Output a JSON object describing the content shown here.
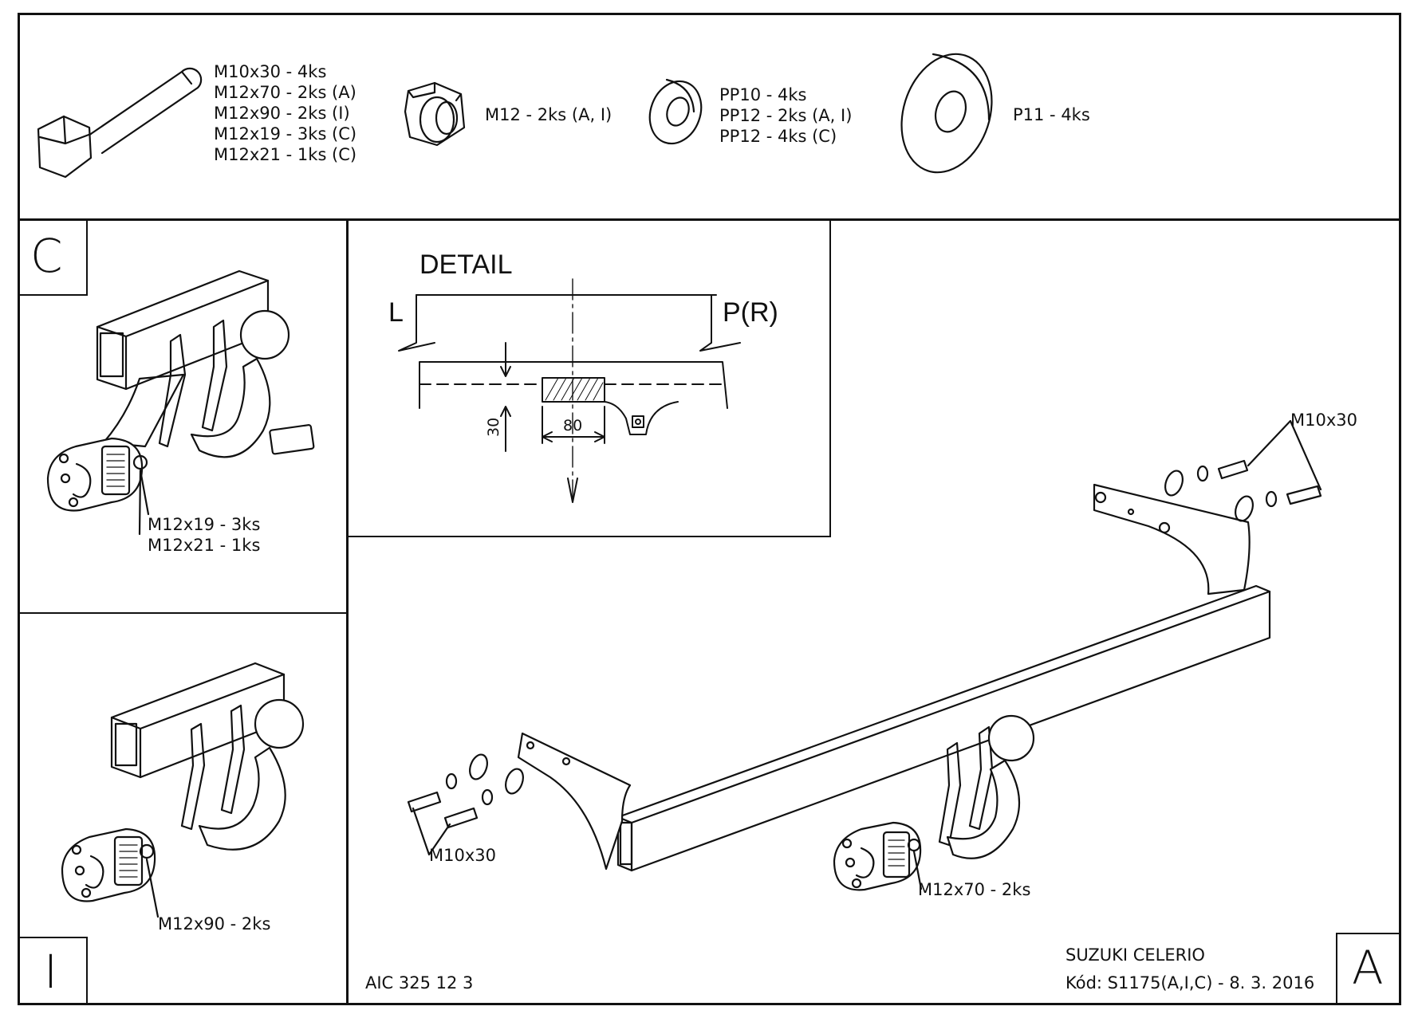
{
  "parts": {
    "bolt": [
      "M10x30 - 4ks",
      "M12x70 - 2ks (A)",
      "M12x90 - 2ks (I)",
      "M12x19 - 3ks (C)",
      "M12x21 - 1ks (C)"
    ],
    "nut": "M12 - 2ks (A, I)",
    "washer_small": [
      "PP10 - 4ks",
      "PP12 - 2ks (A, I)",
      "PP12 - 4ks (C)"
    ],
    "washer_large": "P11 - 4ks"
  },
  "panel_c": {
    "letter": "C",
    "labels": [
      "M12x19 - 3ks",
      "M12x21 - 1ks"
    ]
  },
  "panel_i": {
    "letter": "I",
    "label": "M12x90 - 2ks"
  },
  "panel_a": {
    "letter": "A",
    "labels": {
      "m10_top": "M10x30",
      "m10_left": "M10x30",
      "m12": "M12x70 - 2ks"
    }
  },
  "detail": {
    "title": "DETAIL",
    "left": "L",
    "right": "P(R)",
    "dim_w": "80",
    "dim_h": "30"
  },
  "footer": {
    "code": "AIC 325 12 3",
    "vehicle": "SUZUKI CELERIO",
    "kod": "Kód: S1175(A,I,C) - 8. 3. 2016"
  }
}
